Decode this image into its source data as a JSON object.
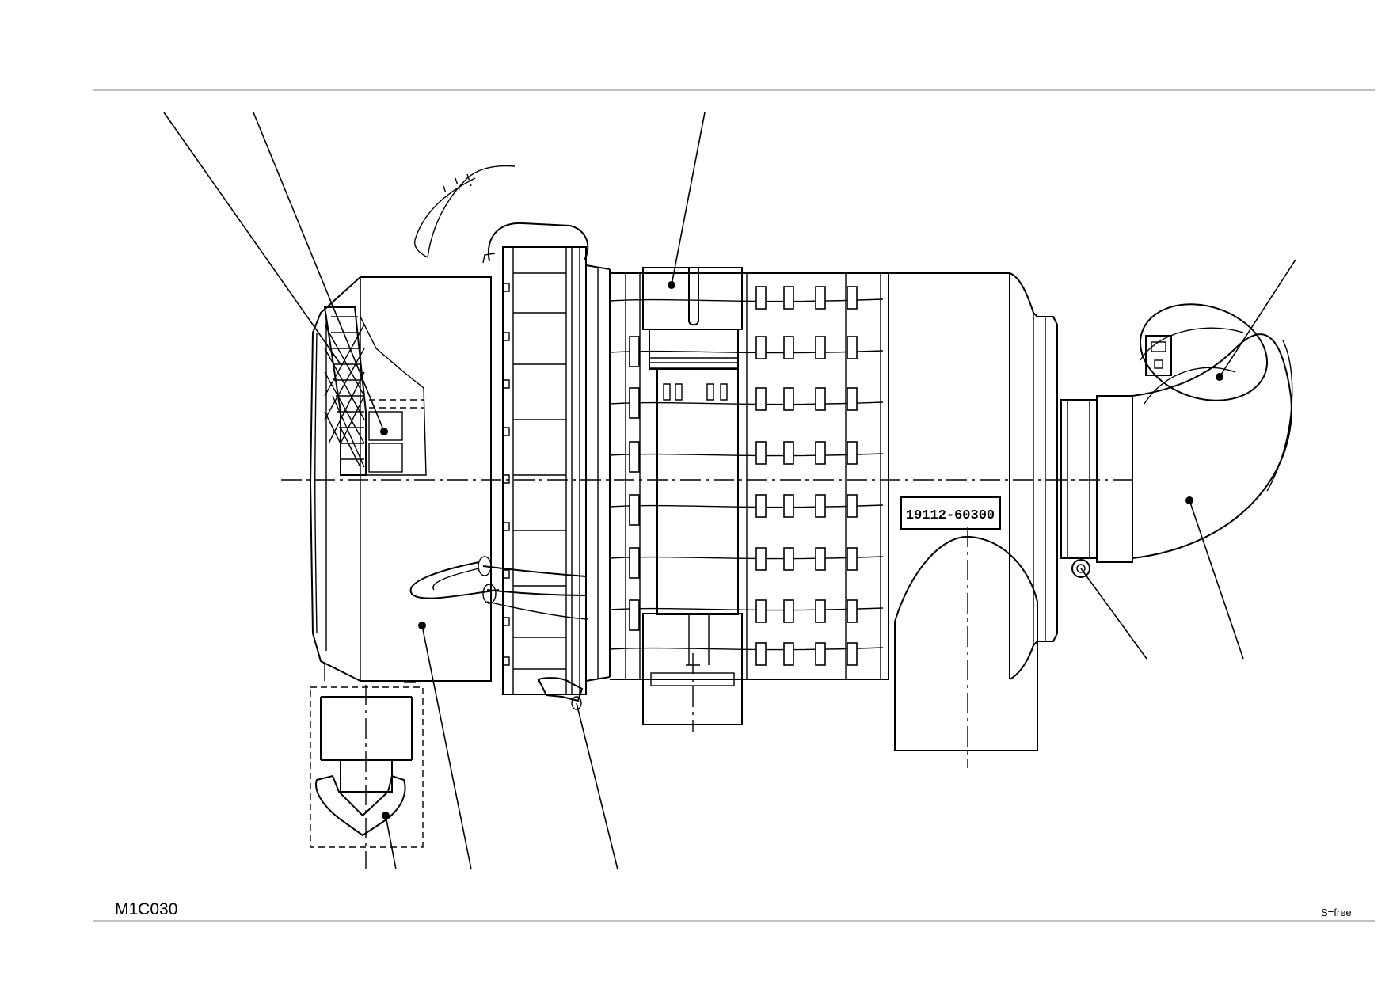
{
  "drawing_code": "M1C030",
  "scale_note": "S=free",
  "part_number_label": "19112-60300",
  "callouts": [
    {
      "id": "leader-1"
    },
    {
      "id": "leader-2"
    },
    {
      "id": "leader-3"
    },
    {
      "id": "leader-4"
    },
    {
      "id": "leader-5"
    },
    {
      "id": "leader-6"
    },
    {
      "id": "leader-7"
    },
    {
      "id": "leader-8"
    },
    {
      "id": "leader-9"
    }
  ]
}
